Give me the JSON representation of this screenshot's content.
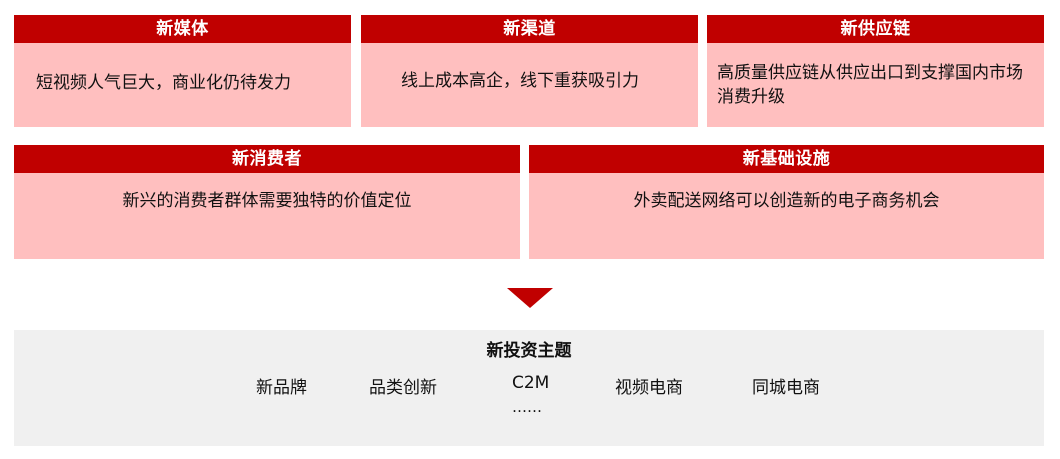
{
  "cards": [
    {
      "title": "新媒体",
      "text": "短视频人气巨大，商业化仍待发力"
    },
    {
      "title": "新渠道",
      "text": "线上成本高企，线下重获吸引力"
    },
    {
      "title": "新供应链",
      "text": "高质量供应链从供应出口到支撑国内市场消费升级"
    },
    {
      "title": "新消费者",
      "text": "新兴的消费者群体需要独特的价值定位"
    },
    {
      "title": "新基础设施",
      "text": "外卖配送网络可以创造新的电子商务机会"
    }
  ],
  "summary": {
    "title": "新投资主题",
    "items": [
      "新品牌",
      "品类创新",
      "C2M",
      "视频电商",
      "同城电商"
    ],
    "ellipsis": "……"
  },
  "colors": {
    "header_red": "#c00000",
    "card_pink": "#ffbfbf",
    "summary_gray": "#f0f0f0"
  }
}
